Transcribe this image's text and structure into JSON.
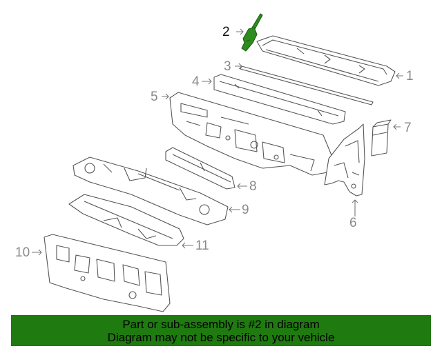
{
  "callouts": {
    "c1": "1",
    "c2": "2",
    "c3": "3",
    "c4": "4",
    "c5": "5",
    "c6": "6",
    "c7": "7",
    "c8": "8",
    "c9": "9",
    "c10": "10",
    "c11": "11"
  },
  "highlight_color": "#2e8b1e",
  "banner": {
    "line1": "Part or sub-assembly is #2 in diagram",
    "line2": "Diagram may not be specific to your vehicle",
    "background": "#1f7a10"
  }
}
